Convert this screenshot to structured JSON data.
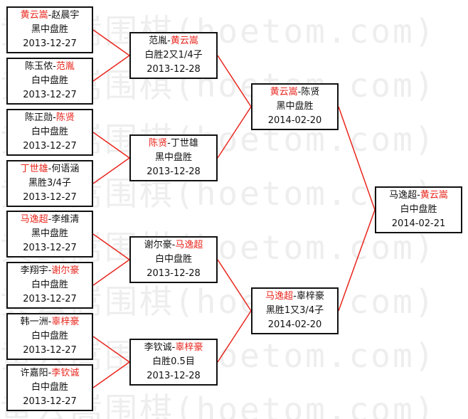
{
  "watermark": "黄云嵩围棋(hoetom.com)",
  "colors": {
    "winner": "#e8261d",
    "loser": "#111111",
    "line": "#e8261d",
    "border": "#111111"
  },
  "round1": [
    {
      "left": "黄云嵩",
      "right": "赵晨宇",
      "winner_side": "left",
      "result": "黑中盘胜",
      "date": "2013-12-27"
    },
    {
      "left": "陈玉侬",
      "right": "范胤",
      "winner_side": "right",
      "result": "白中盘胜",
      "date": "2013-12-27"
    },
    {
      "left": "陈正勋",
      "right": "陈贤",
      "winner_side": "right",
      "result": "白中盘胜",
      "date": "2013-12-27"
    },
    {
      "left": "丁世雄",
      "right": "何语涵",
      "winner_side": "left",
      "result": "黑胜3/4子",
      "date": "2013-12-27"
    },
    {
      "left": "马逸超",
      "right": "李维清",
      "winner_side": "left",
      "result": "黑中盘胜",
      "date": "2013-12-27"
    },
    {
      "left": "李翔宇",
      "right": "谢尔豪",
      "winner_side": "right",
      "result": "白中盘胜",
      "date": "2013-12-27"
    },
    {
      "left": "韩一洲",
      "right": "辜梓豪",
      "winner_side": "right",
      "result": "白中盘胜",
      "date": "2013-12-27"
    },
    {
      "left": "许嘉阳",
      "right": "李钦诚",
      "winner_side": "right",
      "result": "白中盘胜",
      "date": "2013-12-27"
    }
  ],
  "round2": [
    {
      "left": "范胤",
      "right": "黄云嵩",
      "winner_side": "right",
      "result": "白胜2又1/4子",
      "date": "2013-12-28"
    },
    {
      "left": "陈贤",
      "right": "丁世雄",
      "winner_side": "left",
      "result": "黑中盘胜",
      "date": "2013-12-28"
    },
    {
      "left": "谢尔豪",
      "right": "马逸超",
      "winner_side": "right",
      "result": "白中盘胜",
      "date": "2013-12-28"
    },
    {
      "left": "李钦诚",
      "right": "辜梓豪",
      "winner_side": "right",
      "result": "白胜0.5目",
      "date": "2013-12-28"
    }
  ],
  "round3": [
    {
      "left": "黄云嵩",
      "right": "陈贤",
      "winner_side": "left",
      "result": "黑中盘胜",
      "date": "2014-02-20"
    },
    {
      "left": "马逸超",
      "right": "辜梓豪",
      "winner_side": "left",
      "result": "黑胜1又3/4子",
      "date": "2014-02-20"
    }
  ],
  "final": [
    {
      "left": "马逸超",
      "right": "黄云嵩",
      "winner_side": "right",
      "result": "白中盘胜",
      "date": "2014-02-21"
    }
  ]
}
